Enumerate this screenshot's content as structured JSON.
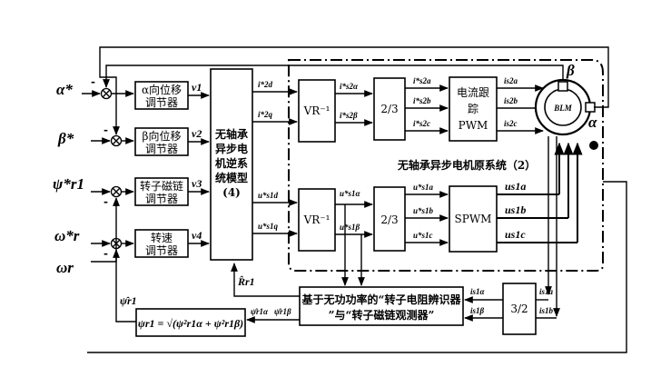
{
  "diagram": {
    "inputs": {
      "alpha_ref": "α*",
      "beta_ref": "β*",
      "flux_ref": "ψ*r1",
      "speed_ref": "ω*r",
      "speed_fb": "ωr",
      "minus": "-"
    },
    "regulators": [
      {
        "line1": "α向位移",
        "line2": "调节器",
        "out": "v1"
      },
      {
        "line1": "β向位移",
        "line2": "调节器",
        "out": "v2"
      },
      {
        "line1": "转子磁链",
        "line2": "调节器",
        "out": "v3"
      },
      {
        "line1": "转速",
        "line2": "调节器",
        "out": "v4"
      }
    ],
    "inverse_model": [
      "无轴承",
      "异步电",
      "机逆系",
      "统模型",
      "(4)"
    ],
    "mid_signals": [
      "i*2d",
      "i*2q",
      "u*s1d",
      "u*s1q"
    ],
    "vr_inv": "VR⁻¹",
    "vr_outputs": [
      "i*s2α",
      "i*s2β",
      "u*s1α",
      "u*s1β"
    ],
    "transform_23": "2/3",
    "phase_currents": [
      "i*s2a",
      "i*s2b",
      "i*s2c"
    ],
    "phase_voltages": [
      "u*s1a",
      "u*s1b",
      "u*s1c"
    ],
    "current_pwm": [
      "电流跟",
      "踪",
      "PWM"
    ],
    "spwm": "SPWM",
    "motor_currents": [
      "is2a",
      "is2b",
      "is2c"
    ],
    "motor_voltages": [
      "us1a",
      "us1b",
      "us1c"
    ],
    "motor": {
      "label": "BLM",
      "alpha": "α",
      "beta": "β"
    },
    "original_system": "无轴承异步电机原系统（2）",
    "observer": [
      "基于无功功率的“转子电阻辨识器",
      "”与“转子磁链观测器”"
    ],
    "transform_32": "3/2",
    "feedback": {
      "is1_alpha": "is1α",
      "is1_beta": "is1β",
      "is1a": "is1a",
      "is1b": "is1b",
      "rr_hat": "R̂r1",
      "psi_alpha": "ψ̂r1α",
      "psi_beta": "ψ̂r1β",
      "psi_hat": "ψ̂r1"
    },
    "flux_formula": "ψr1 = √(ψ²r1α + ψ²r1β)"
  }
}
